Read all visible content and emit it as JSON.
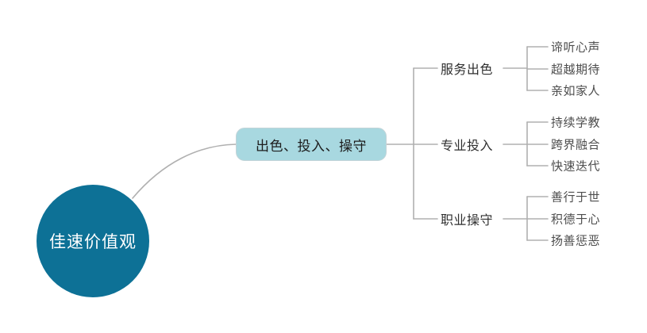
{
  "diagram": {
    "type": "mind-map",
    "colors": {
      "root_fill": "#0d7196",
      "root_text": "#ffffff",
      "mid_fill": "#a8d8e0",
      "mid_border": "#c3d4d8",
      "connector": "#b0b0b0",
      "branch_text": "#2f2f2f",
      "leaf_text": "#4d4d4d",
      "background": "#ffffff"
    },
    "root": {
      "label": "佳速价值观"
    },
    "middle": {
      "label": "出色、投入、操守"
    },
    "branches": [
      {
        "label": "服务出色",
        "leaves": [
          {
            "label": "谛听心声"
          },
          {
            "label": "超越期待"
          },
          {
            "label": "亲如家人"
          }
        ]
      },
      {
        "label": "专业投入",
        "leaves": [
          {
            "label": "持续学教"
          },
          {
            "label": "跨界融合"
          },
          {
            "label": "快速迭代"
          }
        ]
      },
      {
        "label": "职业操守",
        "leaves": [
          {
            "label": "善行于世"
          },
          {
            "label": "积德于心"
          },
          {
            "label": "扬善惩恶"
          }
        ]
      }
    ]
  }
}
